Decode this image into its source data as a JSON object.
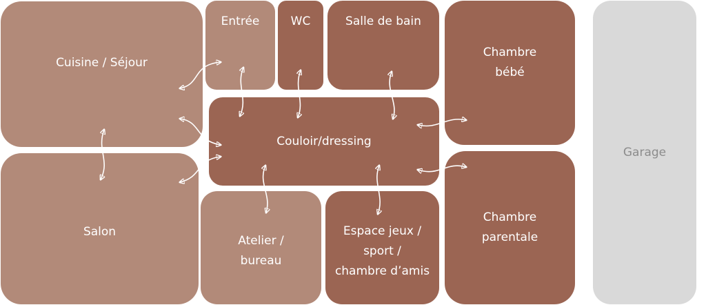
{
  "rooms": {
    "cuisine_sejour": "Cuisine / Séjour",
    "entree": "Entrée",
    "wc": "WC",
    "salle_de_bain": "Salle de bain",
    "chambre_bebe": "Chambre\nbébé",
    "garage": "Garage",
    "couloir": "Couloir/dressing",
    "salon": "Salon",
    "atelier": "Atelier /\nbureau",
    "espace_jeux": "Espace jeux /\nsport /\nchambre d’amis",
    "chambre_parentale": "Chambre\nparentale"
  },
  "colors": {
    "light_room": "#b28a79",
    "dark_room": "#9b6553",
    "garage": "#d9d9d9",
    "garage_text": "#8c8c8c",
    "connector": "#ffffff"
  }
}
